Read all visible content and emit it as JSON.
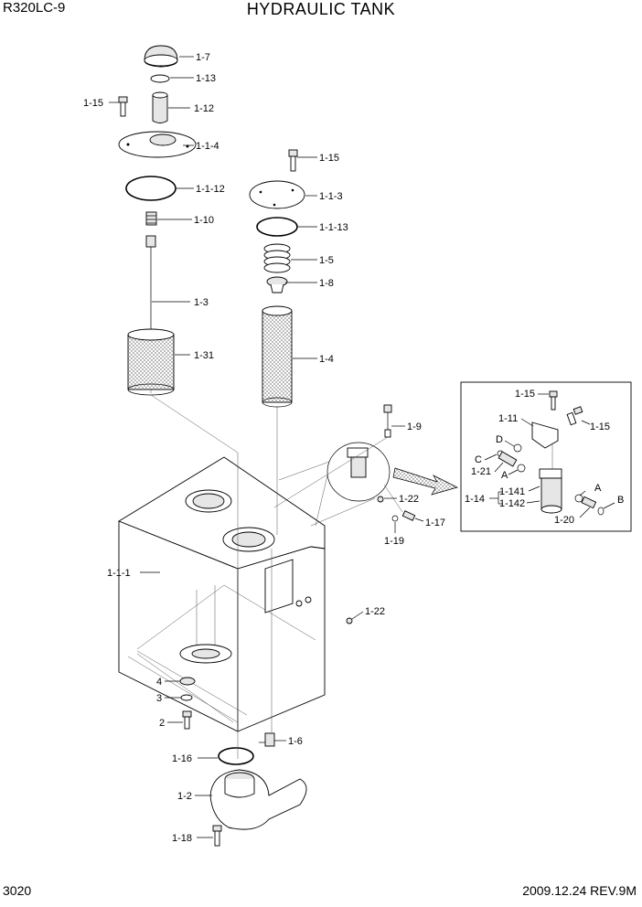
{
  "header": {
    "model": "R320LC-9",
    "title": "HYDRAULIC TANK"
  },
  "footer": {
    "page": "3020",
    "revision": "2009.12.24  REV.9M"
  },
  "callouts": {
    "c1_7": "1-7",
    "c1_13": "1-13",
    "c1_15a": "1-15",
    "c1_12": "1-12",
    "c1_1_4": "1-1-4",
    "c1_1_12": "1-1-12",
    "c1_10": "1-10",
    "c1_3": "1-3",
    "c1_31": "1-31",
    "c1_15b": "1-15",
    "c1_1_3": "1-1-3",
    "c1_1_13": "1-1-13",
    "c1_5": "1-5",
    "c1_8": "1-8",
    "c1_4": "1-4",
    "c1_9": "1-9",
    "c1_22a": "1-22",
    "c1_17": "1-17",
    "c1_19": "1-19",
    "c1_1_1": "1-1-1",
    "c1_22b": "1-22",
    "c4": "4",
    "c3": "3",
    "c2": "2",
    "c1_6": "1-6",
    "c1_16": "1-16",
    "c1_2": "1-2",
    "c1_18": "1-18"
  },
  "detail": {
    "c1_15a": "1-15",
    "c1_11": "1-11",
    "c1_15b": "1-15",
    "cD": "D",
    "cC": "C",
    "c1_21": "1-21",
    "cA1": "A",
    "c1_14": "1-14",
    "c1_141": "1-141",
    "c1_142": "1-142",
    "cA2": "A",
    "cB": "B",
    "c1_20": "1-20"
  }
}
